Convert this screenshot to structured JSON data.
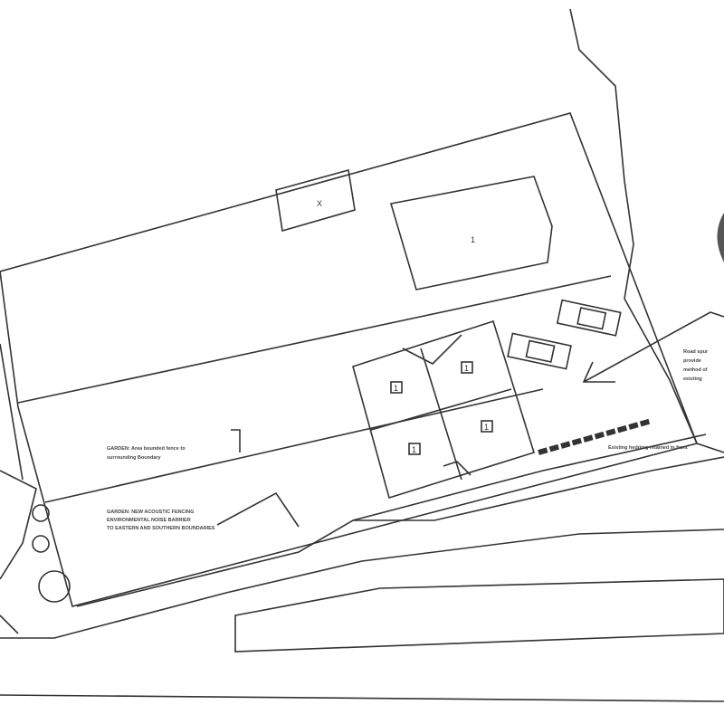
{
  "plan": {
    "title": "Site layout plan",
    "annotations": {
      "garden_area": [
        "GARDEN: Area bounded fence to",
        "surrounding Boundary"
      ],
      "fencing": [
        "GARDEN: NEW ACOUSTIC FENCING",
        "ENVIRONMENTAL NOISE BARRIER",
        "TO EASTERN AND SOUTHERN BOUNDARIES"
      ],
      "road": [
        "Road spur",
        "provide",
        "method of",
        "existing"
      ],
      "hedging": "Existing hedging retained in front"
    },
    "unit_labels": [
      "1",
      "1",
      "1",
      "1"
    ],
    "house_label": "1",
    "marker": "X"
  }
}
